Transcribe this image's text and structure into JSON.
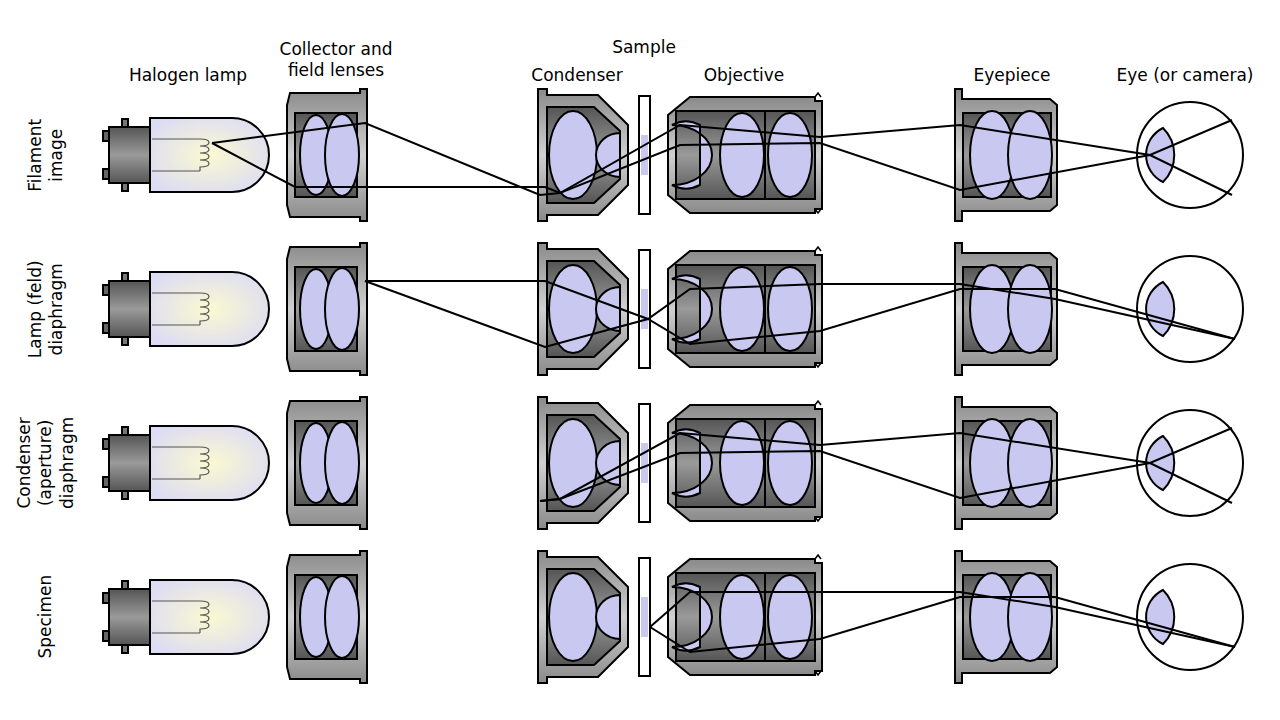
{
  "diagram": {
    "labels": [
      "Halogen lamp",
      "Collector and field lenses",
      "Sample",
      "Condenser",
      "Objective",
      "Eyepiece",
      "Eye (or camera)",
      "Filament image",
      "Lamp (feld) diaphragm",
      "Condenser (aperture) diaphragm",
      "Specimen"
    ]
  }
}
